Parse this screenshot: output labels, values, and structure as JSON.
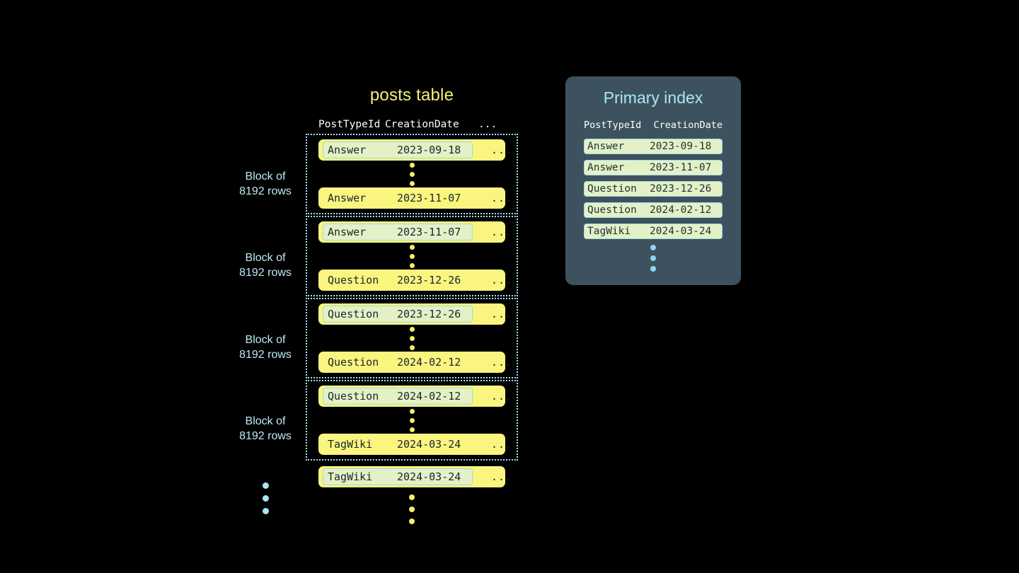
{
  "posts_table": {
    "title": "posts table",
    "columns": [
      "PostTypeId",
      "CreationDate",
      "..."
    ],
    "ellipsis_cell": "...",
    "blocks": [
      {
        "label_line1": "Block of",
        "label_line2": "8192 rows",
        "first_row": {
          "post_type_id": "Answer",
          "creation_date": "2023-09-18",
          "rest": "...",
          "highlighted": true
        },
        "last_row": {
          "post_type_id": "Answer",
          "creation_date": "2023-11-07",
          "rest": "...",
          "highlighted": false
        }
      },
      {
        "label_line1": "Block of",
        "label_line2": "8192 rows",
        "first_row": {
          "post_type_id": "Answer",
          "creation_date": "2023-11-07",
          "rest": "...",
          "highlighted": true
        },
        "last_row": {
          "post_type_id": "Question",
          "creation_date": "2023-12-26",
          "rest": "...",
          "highlighted": false
        }
      },
      {
        "label_line1": "Block of",
        "label_line2": "8192 rows",
        "first_row": {
          "post_type_id": "Question",
          "creation_date": "2023-12-26",
          "rest": "...",
          "highlighted": true
        },
        "last_row": {
          "post_type_id": "Question",
          "creation_date": "2024-02-12",
          "rest": "...",
          "highlighted": false
        }
      },
      {
        "label_line1": "Block of",
        "label_line2": "8192 rows",
        "first_row": {
          "post_type_id": "Question",
          "creation_date": "2024-02-12",
          "rest": "...",
          "highlighted": true
        },
        "last_row": {
          "post_type_id": "TagWiki",
          "creation_date": "2024-03-24",
          "rest": "...",
          "highlighted": false
        }
      }
    ],
    "trailing_row": {
      "post_type_id": "TagWiki",
      "creation_date": "2024-03-24",
      "rest": "...",
      "highlighted": true
    }
  },
  "primary_index": {
    "title": "Primary index",
    "columns": [
      "PostTypeId",
      "CreationDate"
    ],
    "rows": [
      {
        "post_type_id": "Answer",
        "creation_date": "2023-09-18"
      },
      {
        "post_type_id": "Answer",
        "creation_date": "2023-11-07"
      },
      {
        "post_type_id": "Question",
        "creation_date": "2023-12-26"
      },
      {
        "post_type_id": "Question",
        "creation_date": "2024-02-12"
      },
      {
        "post_type_id": "TagWiki",
        "creation_date": "2024-03-24"
      }
    ]
  },
  "colors": {
    "background": "#000000",
    "row_yellow": "#faf57e",
    "highlight_green": "#e4f1c6",
    "highlight_border": "#9fd8e8",
    "cyan_text": "#bfeaf5",
    "title_yellow": "#f2f07a",
    "panel_slate": "#3d525e",
    "dot_yellow": "#f5ee6a",
    "dot_cyan": "#aee3f5"
  }
}
